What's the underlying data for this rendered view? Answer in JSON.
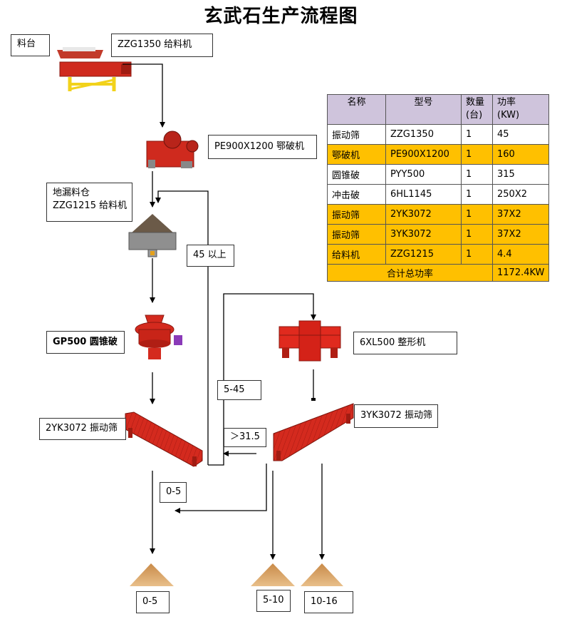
{
  "title": "玄武石生产流程图",
  "labels": {
    "feed_platform": "料台",
    "feeder_1": "ZZG1350 给料机",
    "jaw_crusher": "PE900X1200 鄂破机",
    "bin_line1": "地漏料仓",
    "bin_line2": "ZZG1215 给料机",
    "over_45": "45 以上",
    "cone_crusher": "GP500 圆锥破",
    "shaper": "6XL500 整形机",
    "range_5_45": "5-45",
    "screen_left": "2YK3072 振动筛",
    "screen_right": "3YK3072 振动筛",
    "over_31_5": "＞31.5",
    "range_0_5_mid": "0-5",
    "product_0_5": "0-5",
    "product_5_10": "5-10",
    "product_10_16": "10-16"
  },
  "table": {
    "headers": {
      "name": "名称",
      "model": "型号",
      "qty_l1": "数量",
      "qty_l2": "(台)",
      "power_l1": "功率",
      "power_l2": "(KW)"
    },
    "rows": [
      {
        "name": "振动筛",
        "model": "ZZG1350",
        "qty": "1",
        "power": "45"
      },
      {
        "name": "鄂破机",
        "model": "PE900X1200",
        "qty": "1",
        "power": "160"
      },
      {
        "name": "圆锥破",
        "model": "PYY500",
        "qty": "1",
        "power": "315"
      },
      {
        "name": "冲击破",
        "model": "6HL1145",
        "qty": "1",
        "power": "250X2"
      },
      {
        "name": "振动筛",
        "model": "2YK3072",
        "qty": "1",
        "power": "37X2"
      },
      {
        "name": "振动筛",
        "model": "3YK3072",
        "qty": "1",
        "power": "37X2"
      },
      {
        "name": "给料机",
        "model": "ZZG1215",
        "qty": "1",
        "power": "4.4"
      }
    ],
    "total_label": "合计总功率",
    "total_value": "1172.4KW"
  },
  "colors": {
    "header_bg": "#cfc4dc",
    "highlight_bg": "#ffc000",
    "machine_red": "#d42a1e",
    "sand": "#d9a46a"
  }
}
